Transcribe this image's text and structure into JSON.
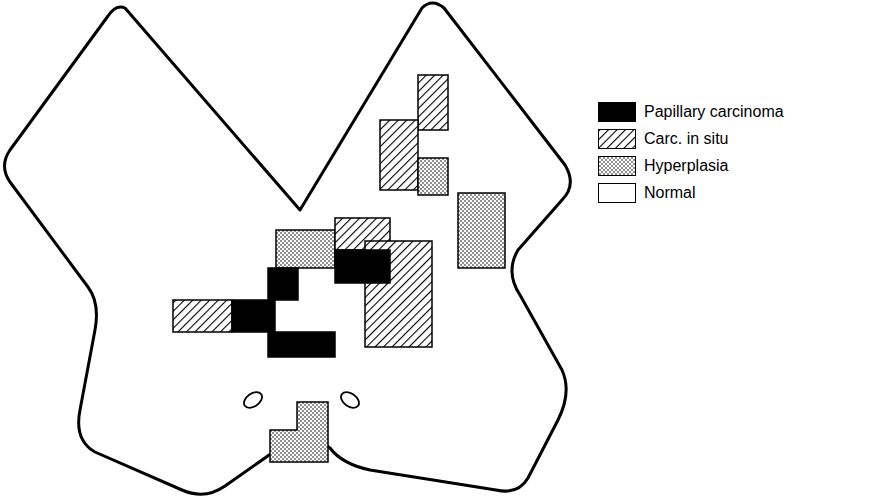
{
  "diagram": {
    "legend": [
      {
        "text": "Papillary carcinoma",
        "color": "#000000"
      },
      {
        "text": "Carc. in situ"
      },
      {
        "text": "Hyperplasia"
      },
      {
        "text": "Normal",
        "color": "#ffffff"
      }
    ]
  }
}
